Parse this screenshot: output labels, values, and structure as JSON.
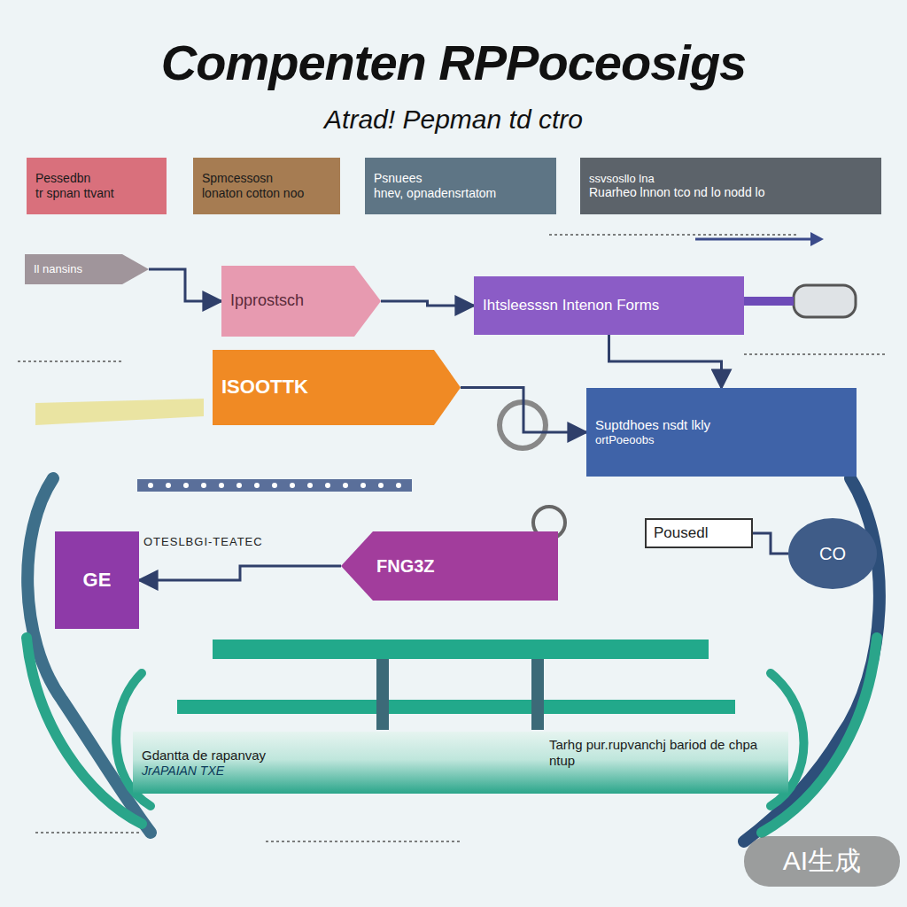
{
  "diagram": {
    "title": "Compenten RPPoceosigs",
    "nodes": [
      {
        "text": [
          "Pessedbn",
          "tr spnan ttvant"
        ]
      },
      {
        "text": [
          "Spmcessosn",
          "lonaton cotton noo"
        ]
      },
      {
        "text": [
          "Psnuees",
          "hnev, opnadensrtatom"
        ]
      },
      {
        "text": [
          "ssvsosllo lna",
          "Ruarheo lnnon tco nd lo nodd lo"
        ]
      },
      {
        "text": [
          "Il nansins"
        ]
      },
      {
        "text": [
          "Ipprostsch"
        ]
      },
      {
        "text": [
          "Ihtsleesssn Intenon Forms"
        ]
      },
      {
        "text": [
          "ISOOTTK"
        ]
      },
      {
        "text": [
          "Suptdhoes nsdt lkly",
          "ortPoeoobs"
        ]
      },
      {
        "text": [
          "Pousedl"
        ]
      },
      {
        "text": [
          "FNG3Z"
        ]
      },
      {
        "text": [
          "GE"
        ]
      },
      {
        "text": [
          "CO"
        ]
      },
      {
        "text": [
          "Gdantta de rapanvay",
          "JrAPAIAN TXE",
          "Tarhg pur.rupvanchj bariod de chpa ntup"
        ]
      }
    ],
    "edges": [
      {
        "from": 4,
        "to": 5,
        "arrow": "to"
      },
      {
        "from": 5,
        "to": 6,
        "arrow": "to"
      },
      {
        "from": 6,
        "to": 8,
        "arrow": "to"
      },
      {
        "from": 7,
        "to": 8,
        "arrow": "to"
      },
      {
        "from": 10,
        "to": 11,
        "arrow": "to"
      },
      {
        "from": 9,
        "to": 12,
        "arrow": "none"
      }
    ],
    "labels": [
      "Atrad! Pepman td ctro",
      "OTESLBGI-TEATEC",
      "AI生成"
    ]
  }
}
